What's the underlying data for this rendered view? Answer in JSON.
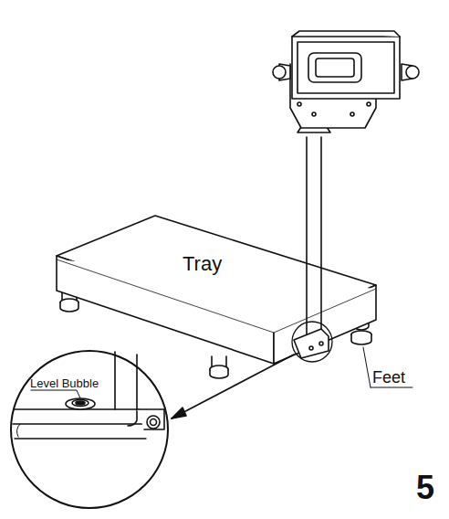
{
  "diagram": {
    "labels": [
      "Tray",
      "Level Bubble",
      "Feet",
      "5"
    ]
  }
}
